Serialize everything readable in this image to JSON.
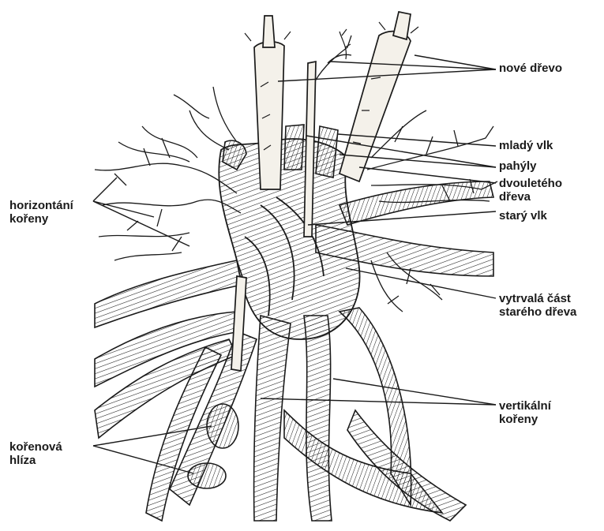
{
  "labels": {
    "nove_drevo": "nové dřevo",
    "mlady_vlk": "mladý vlk",
    "pahyly": "pahýly",
    "dvouleteho_line1": "dvouletého",
    "dvouleteho_line2": "dřeva",
    "stary_vlk": "starý vlk",
    "vytrvala_line1": "vytrvalá část",
    "vytrvala_line2": "starého dřeva",
    "horizontani_line1": "horizontání",
    "horizontani_line2": "kořeny",
    "vertikalni_line1": "vertikální",
    "vertikalni_line2": "kořeny",
    "korenova_line1": "kořenová",
    "korenova_line2": "hlíza"
  },
  "colors": {
    "ink": "#1a1a1a",
    "wood_fill": "#e9e5dc",
    "root_fill": "#dcd6ca",
    "shoot_fill": "#f4f1ea",
    "background": "#ffffff"
  }
}
